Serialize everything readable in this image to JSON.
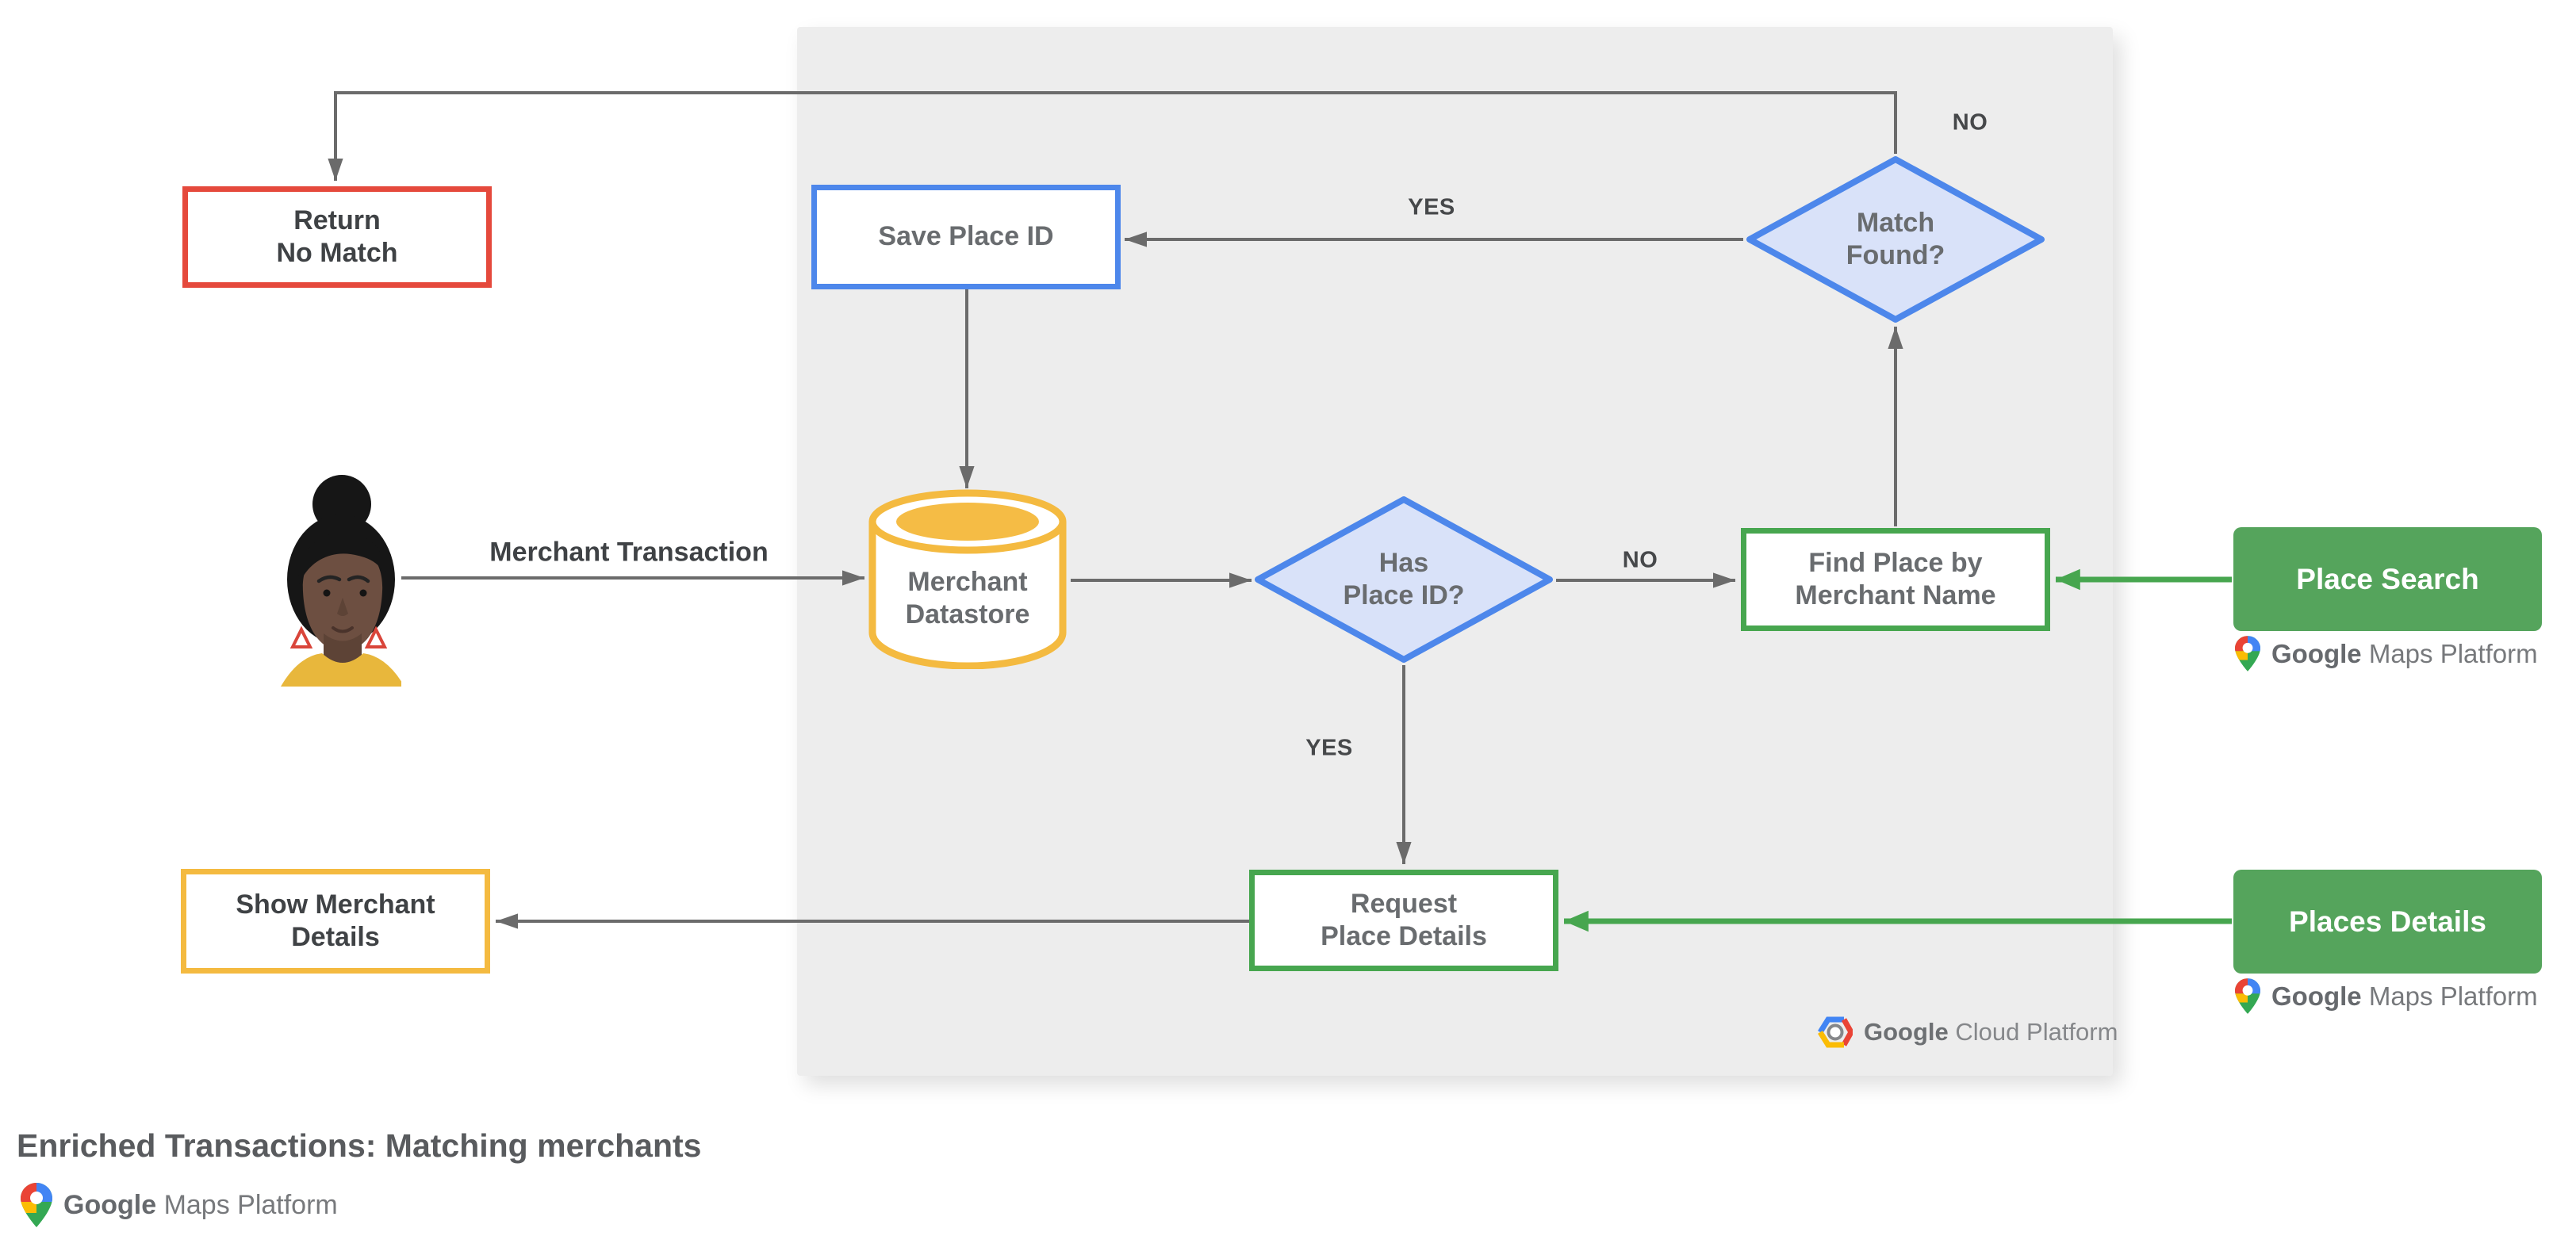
{
  "title": "Enriched Transactions: Matching merchants",
  "nodes": {
    "return_no_match": "Return\nNo Match",
    "save_place_id": "Save Place ID",
    "match_found": "Match\nFound?",
    "merchant_datastore": "Merchant\nDatastore",
    "has_place_id": "Has\nPlace ID?",
    "find_place_by_merchant_name": "Find Place by\nMerchant Name",
    "request_place_details": "Request\nPlace Details",
    "show_merchant_details": "Show Merchant\nDetails",
    "place_search": "Place Search",
    "places_details": "Places Details"
  },
  "edge_labels": {
    "merchant_transaction": "Merchant Transaction",
    "match_found_no": "NO",
    "match_found_yes": "YES",
    "has_place_id_no": "NO",
    "has_place_id_yes": "YES"
  },
  "branding": {
    "google_maps_platform": {
      "google": "Google",
      "product": "Maps Platform"
    },
    "google_cloud_platform": {
      "google": "Google",
      "product": "Cloud Platform"
    }
  },
  "colors": {
    "red": "#E5493C",
    "blue": "#4D87EB",
    "blue_fill": "#D9E2F9",
    "yellow": "#F4BA40",
    "green": "#47A64F",
    "green_fill": "#55A45C",
    "line_gray": "#6B6B6B",
    "panel_bg": "#EDEDED",
    "pin_red": "#EA4335",
    "pin_blue": "#4285F4",
    "pin_yellow": "#FBBC04",
    "pin_green": "#34A853"
  }
}
